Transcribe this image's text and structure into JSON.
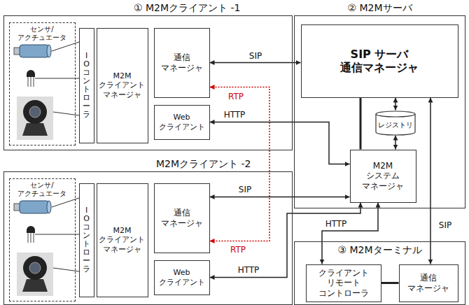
{
  "diagram": {
    "nodes": [
      {
        "text": [
          "① M2Mクライアント -1"
        ]
      },
      {
        "text": [
          "センサ/ アクチュエータ"
        ],
        "in": 0
      },
      {
        "text": [
          "IOコントローラ"
        ],
        "in": 0
      },
      {
        "text": [
          "M2M クライアント マネージャ"
        ],
        "in": 0
      },
      {
        "text": [
          "通信 マネージャ"
        ],
        "in": 0
      },
      {
        "text": [
          "Web クライアント"
        ],
        "in": 0
      },
      {
        "text": [
          "② M2Mサーバ"
        ]
      },
      {
        "text": [
          "SIP サーバ 通信マネージャ"
        ],
        "in": 6
      },
      {
        "text": [
          "レジストリ"
        ],
        "in": 6
      },
      {
        "text": [
          "M2M システム マネージャ"
        ],
        "in": 6
      },
      {
        "text": [
          "M2Mクライアント -2"
        ]
      },
      {
        "text": [
          "センサ/ アクチュエータ"
        ],
        "in": 10
      },
      {
        "text": [
          "IOコントローラ"
        ],
        "in": 10
      },
      {
        "text": [
          "M2M クライアント マネージャ"
        ],
        "in": 10
      },
      {
        "text": [
          "通信 マネージャ"
        ],
        "in": 10
      },
      {
        "text": [
          "Web クライアント"
        ],
        "in": 10
      },
      {
        "text": [
          "③ M2Mターミナル"
        ]
      },
      {
        "text": [
          "クライアント リモート コントローラ"
        ],
        "in": 16
      },
      {
        "text": [
          "通信 マネージャ"
        ],
        "in": 16
      }
    ],
    "edges": [
      {
        "from": 4,
        "to": 7,
        "arrow": "both",
        "label": "SIP"
      },
      {
        "from": 4,
        "to": 14,
        "arrow": "both",
        "label": "RTP"
      },
      {
        "from": 5,
        "to": 9,
        "arrow": "both",
        "label": "HTTP"
      },
      {
        "from": 14,
        "to": 9,
        "arrow": "both",
        "label": "SIP"
      },
      {
        "from": 15,
        "to": 9,
        "arrow": "both",
        "label": "HTTP"
      },
      {
        "from": 17,
        "to": 9,
        "arrow": "both",
        "label": "HTTP"
      },
      {
        "from": 18,
        "to": 7,
        "arrow": "both",
        "label": "SIP"
      },
      {
        "from": 9,
        "to": 7,
        "arrow": "none"
      },
      {
        "from": 8,
        "to": 7,
        "arrow": "both"
      },
      {
        "from": 8,
        "to": 9,
        "arrow": "both"
      },
      {
        "from": 17,
        "to": 18,
        "arrow": "none"
      }
    ],
    "labels": [
      "RTP"
    ]
  }
}
